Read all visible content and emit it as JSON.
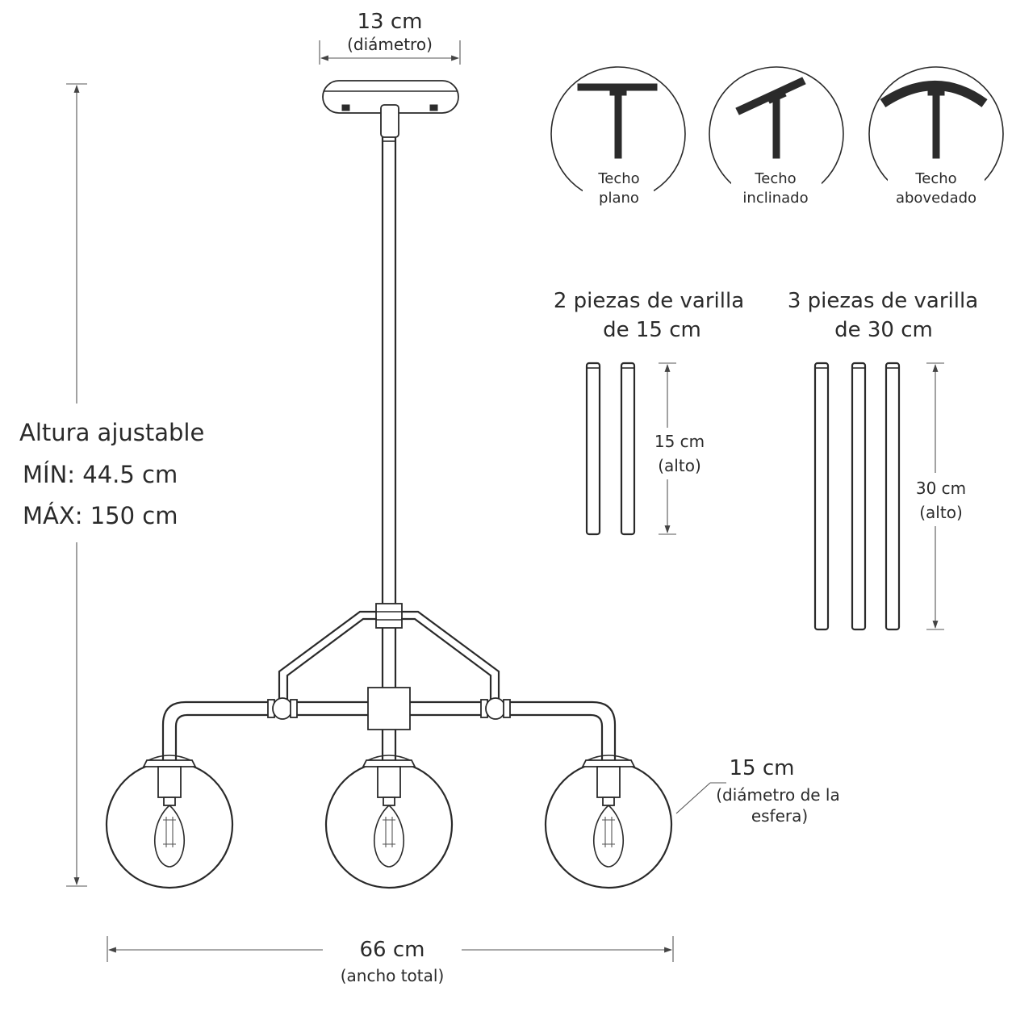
{
  "labels": {
    "canopy_value": "13 cm",
    "canopy_note": "(diámetro)",
    "height_title": "Altura ajustable",
    "height_min": "MÍN: 44.5 cm",
    "height_max": "MÁX: 150 cm",
    "width_value": "66 cm",
    "width_note": "(ancho total)",
    "sphere_value": "15 cm",
    "sphere_note_1": "(diámetro de la",
    "sphere_note_2": "esfera)"
  },
  "ceilings": [
    {
      "line1": "Techo",
      "line2": "plano",
      "icon": "flat-ceiling-icon"
    },
    {
      "line1": "Techo",
      "line2": "inclinado",
      "icon": "sloped-ceiling-icon"
    },
    {
      "line1": "Techo",
      "line2": "abovedado",
      "icon": "vaulted-ceiling-icon"
    }
  ],
  "rods": {
    "short": {
      "title_1": "2 piezas de varilla",
      "title_2": "de 15 cm",
      "length_value": "15 cm",
      "length_note": "(alto)"
    },
    "long": {
      "title_1": "3 piezas de varilla",
      "title_2": "de 30 cm",
      "length_value": "30 cm",
      "length_note": "(alto)"
    }
  },
  "colors": {
    "line": "#2a2a2a",
    "background": "#ffffff"
  }
}
